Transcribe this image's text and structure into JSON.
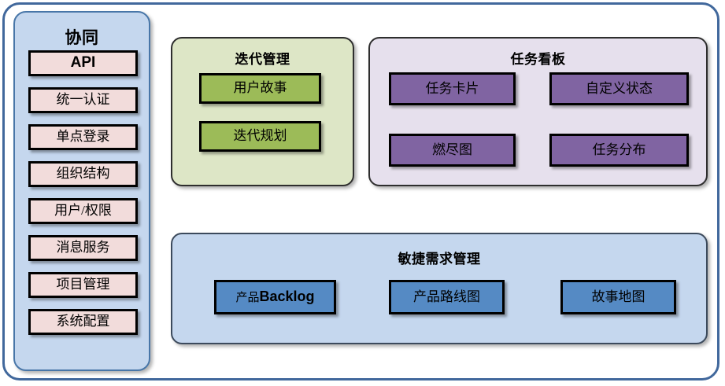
{
  "diagram": {
    "title_hidden": "",
    "palette": {
      "frame_border": "#41689c",
      "sidebar_bg": "#c5d7ee",
      "sidebar_border": "#4876a8",
      "iteration_bg": "#dde6c6",
      "taskboard_bg": "#e6e0ed",
      "agile_bg": "#c5d7ee",
      "card_pink": "#f2dcdb",
      "card_green": "#9cbb58",
      "card_purple": "#8064a2",
      "card_blue": "#558ac4",
      "card_border": "#000000"
    }
  },
  "sidebar": {
    "title": "协同",
    "items": [
      {
        "label": "API",
        "script": "latin"
      },
      {
        "label": "统一认证",
        "script": "cjk"
      },
      {
        "label": "单点登录",
        "script": "cjk"
      },
      {
        "label": "组织结构",
        "script": "cjk"
      },
      {
        "label": "用户/权限",
        "script": "cjk"
      },
      {
        "label": "消息服务",
        "script": "cjk"
      },
      {
        "label": "项目管理",
        "script": "cjk"
      },
      {
        "label": "系统配置",
        "script": "cjk"
      }
    ]
  },
  "iteration": {
    "title": "迭代管理",
    "items": [
      {
        "label": "用户故事"
      },
      {
        "label": "迭代规划"
      }
    ]
  },
  "taskboard": {
    "title": "任务看板",
    "items": [
      {
        "label": "任务卡片"
      },
      {
        "label": "自定义状态"
      },
      {
        "label": "燃尽图"
      },
      {
        "label": "任务分布"
      }
    ]
  },
  "agile": {
    "title": "敏捷需求管理",
    "items": [
      {
        "label": "产品Backlog",
        "cn": "产品",
        "en": "Backlog",
        "mixed": true
      },
      {
        "label": "产品路线图",
        "mixed": false
      },
      {
        "label": "故事地图",
        "mixed": false
      }
    ]
  }
}
